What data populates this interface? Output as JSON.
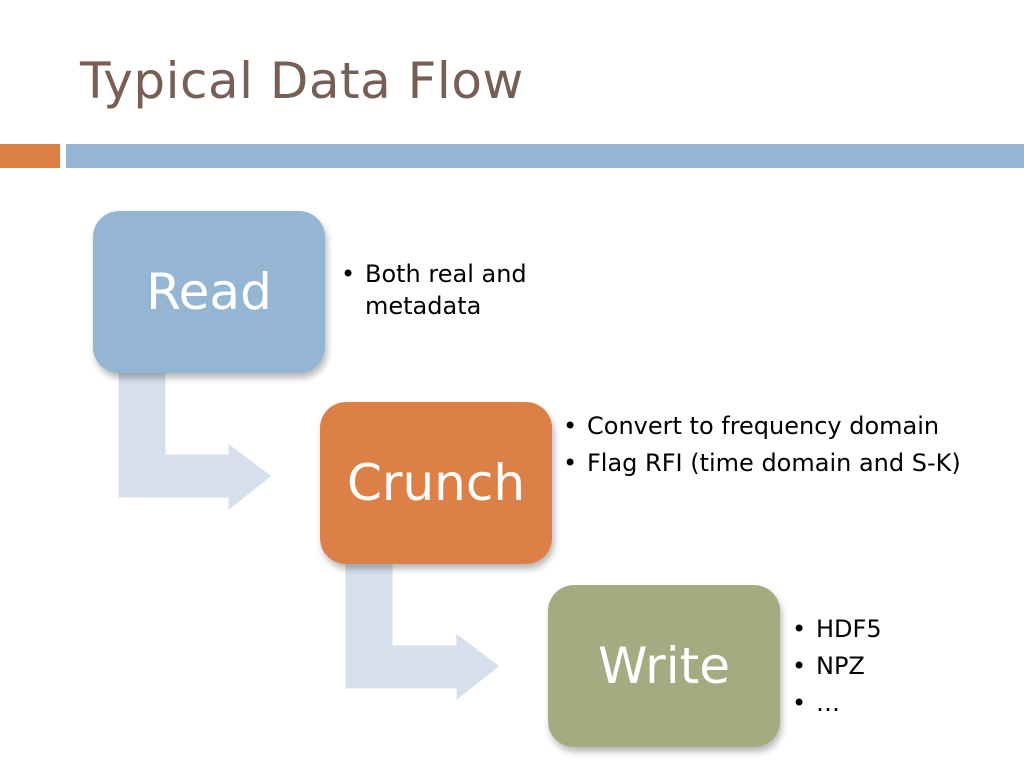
{
  "title": "Typical Data Flow",
  "colors": {
    "title": "#775f55",
    "accent": "#dd8047",
    "rule": "#94b6d2",
    "read": "#94b6d2",
    "crunch": "#dd8047",
    "write": "#a5ab81",
    "connector": "#d5e0ec"
  },
  "steps": [
    {
      "label": "Read",
      "bullets": [
        "Both real and metadata"
      ]
    },
    {
      "label": "Crunch",
      "bullets": [
        "Convert to frequency domain",
        "Flag RFI (time domain and S-K)"
      ]
    },
    {
      "label": "Write",
      "bullets": [
        "HDF5",
        "NPZ",
        "…"
      ]
    }
  ]
}
